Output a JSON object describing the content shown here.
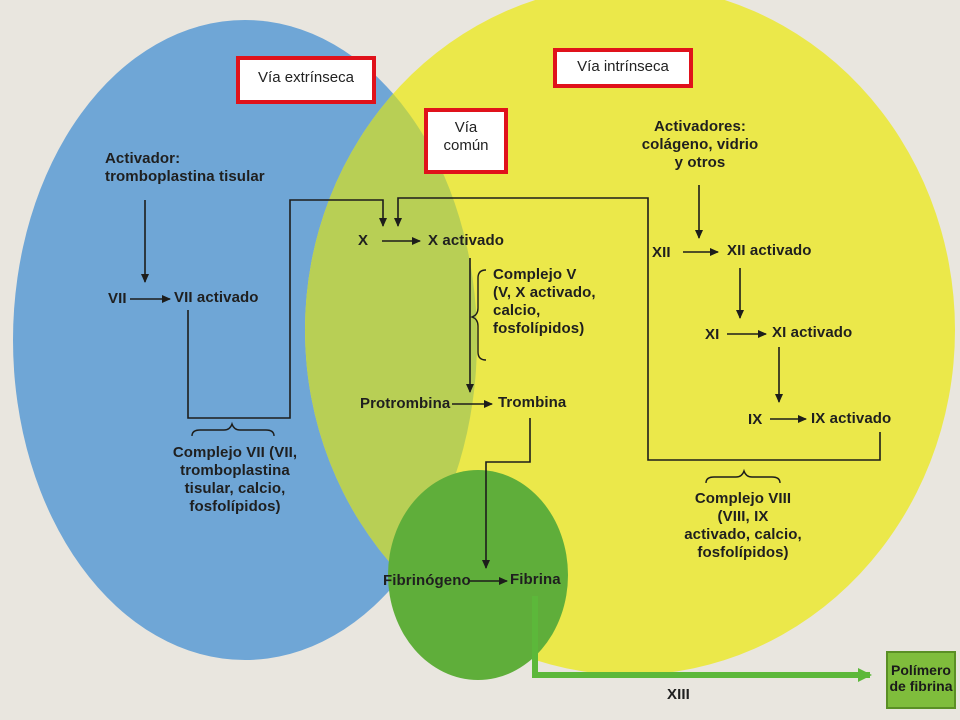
{
  "regions": {
    "extrinsic_title": "Vía extrínseca",
    "common_title_line1": "Vía",
    "common_title_line2": "común",
    "intrinsic_title": "Vía intrínseca"
  },
  "extrinsic": {
    "activator_line1": "Activador:",
    "activator_line2": "tromboplastina tisular",
    "factor": "VII",
    "activated": "VII activado",
    "complex": [
      "Complejo VII (VII,",
      "tromboplastina",
      "tisular, calcio,",
      "fosfolípidos)"
    ]
  },
  "common": {
    "factor": "X",
    "activated": "X activado",
    "complex": [
      "Complejo V",
      "(V, X activado,",
      "calcio,",
      "fosfolípidos)"
    ],
    "prothrombin": "Protrombina",
    "thrombin": "Trombina",
    "fibrinogen": "Fibrinógeno",
    "fibrin": "Fibrina"
  },
  "intrinsic": {
    "activators": [
      "Activadores:",
      "colágeno, vidrio",
      "y otros"
    ],
    "f12": "XII",
    "f12a": "XII activado",
    "f11": "XI",
    "f11a": "XI activado",
    "f9": "IX",
    "f9a": "IX activado",
    "complex": [
      "Complejo VIII",
      "(VIII, IX",
      "activado, calcio,",
      "fosfolípidos)"
    ]
  },
  "output": {
    "factor": "XIII",
    "result_line1": "Polímero",
    "result_line2": "de fibrina"
  },
  "colors": {
    "extrinsic_circle": "#6fa6d6",
    "intrinsic_circle": "#ebe84a",
    "overlap": "#b5cd4a",
    "fibrin_circle": "#5fae3a",
    "highlight_border": "#e0121b",
    "output_arrow": "#5cb83a"
  }
}
